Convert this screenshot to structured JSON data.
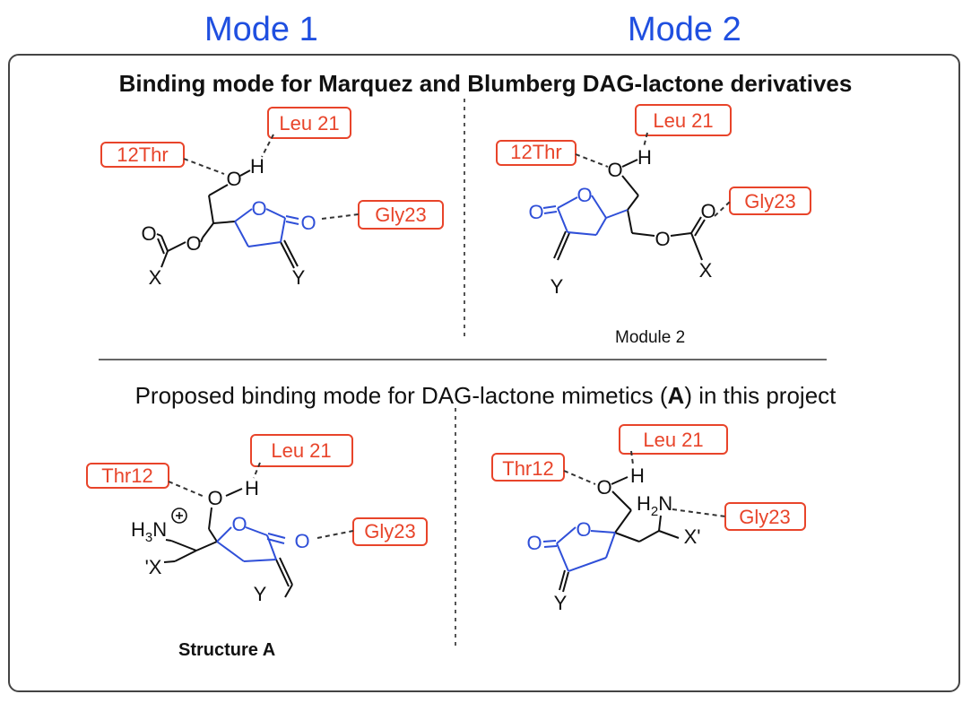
{
  "header": {
    "mode1": "Mode 1",
    "mode2": "Mode 2"
  },
  "top": {
    "title": "Binding mode for Marquez and Blumberg DAG-lactone derivatives",
    "module_label": "Module 2"
  },
  "bottom": {
    "title_pre": "Proposed binding mode for DAG-lactone mimetics (",
    "title_bold": "A",
    "title_post": ") in this project",
    "structure_label": "Structure A"
  },
  "residues": {
    "thr_a": "12Thr",
    "thr_b": "Thr12",
    "leu": "Leu 21",
    "gly": "Gly23"
  },
  "atoms": {
    "O": "O",
    "H": "H",
    "X": "X",
    "Y": "Y",
    "Xq": "'X",
    "Xp": "X'"
  },
  "colors": {
    "blue": "#2f4fd8",
    "red": "#e8442a",
    "black": "#111111"
  }
}
